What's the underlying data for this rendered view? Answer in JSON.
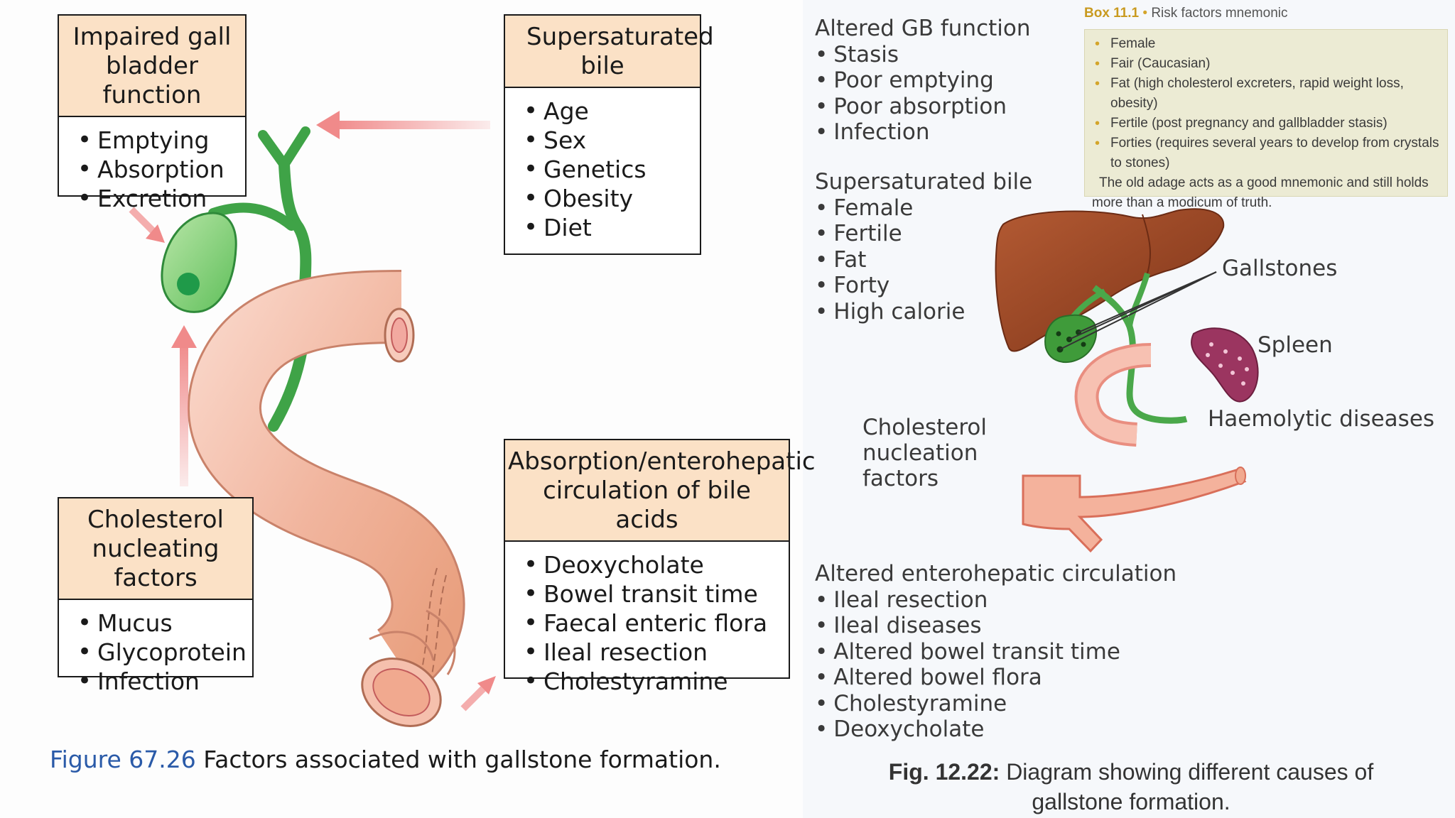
{
  "left_figure": {
    "box_gb": {
      "title": "Impaired gall bladder function",
      "items": [
        "Emptying",
        "Absorption",
        "Excretion"
      ]
    },
    "box_bile": {
      "title": "Supersaturated bile",
      "items": [
        "Age",
        "Sex",
        "Genetics",
        "Obesity",
        "Diet"
      ]
    },
    "box_nucl": {
      "title": "Cholesterol nucleating factors",
      "items": [
        "Mucus",
        "Glycoprotein",
        "Infection"
      ]
    },
    "box_abs": {
      "title": "Absorption/enterohepatic circulation of bile acids",
      "items": [
        "Deoxycholate",
        "Bowel transit time",
        "Faecal enteric flora",
        "Ileal resection",
        "Cholestyramine"
      ]
    },
    "caption_number": "Figure 67.26",
    "caption_text": "Factors associated with gallstone formation."
  },
  "right_figure": {
    "altered_gb": {
      "title": "Altered GB function",
      "items": [
        "Stasis",
        "Poor emptying",
        "Poor absorption",
        "Infection"
      ]
    },
    "supersaturated": {
      "title": "Supersaturated bile",
      "items": [
        "Female",
        "Fertile",
        "Fat",
        "Forty",
        "High calorie"
      ]
    },
    "enterohepatic": {
      "title": "Altered enterohepatic circulation",
      "items": [
        "Ileal resection",
        "Ileal diseases",
        "Altered bowel transit time",
        "Altered bowel flora",
        "Cholestyramine",
        "Deoxycholate"
      ]
    },
    "box": {
      "label": "Box 11.1",
      "title": "Risk factors mnemonic",
      "items": [
        "Female",
        "Fair (Caucasian)",
        "Fat (high cholesterol excreters, rapid weight loss, obesity)",
        "Fertile (post pregnancy and gallbladder stasis)",
        "Forties (requires several years to develop from crystals to stones)"
      ],
      "note": "The old adage acts as a good mnemonic and still holds more than a modicum of truth."
    },
    "labels": {
      "gallstones": "Gallstones",
      "spleen": "Spleen",
      "haemolytic": "Haemolytic diseases",
      "nucleation": "Cholesterol nucleation factors"
    },
    "caption_number": "Fig. 12.22:",
    "caption_text": "Diagram showing different causes of gallstone formation."
  },
  "colors": {
    "box_header": "#fbe1c6",
    "arrow": "#f08a8a",
    "bile_duct": "#3fa347",
    "gallbladder": "#8fd17f",
    "intestine": "#f3b9a1",
    "liver": "#9c4a2a",
    "spleen": "#9b3560",
    "caption_blue": "#2a5aa8",
    "mnemonic_bullet": "#d4a52a",
    "mnemonic_bg": "#ecebd4"
  }
}
